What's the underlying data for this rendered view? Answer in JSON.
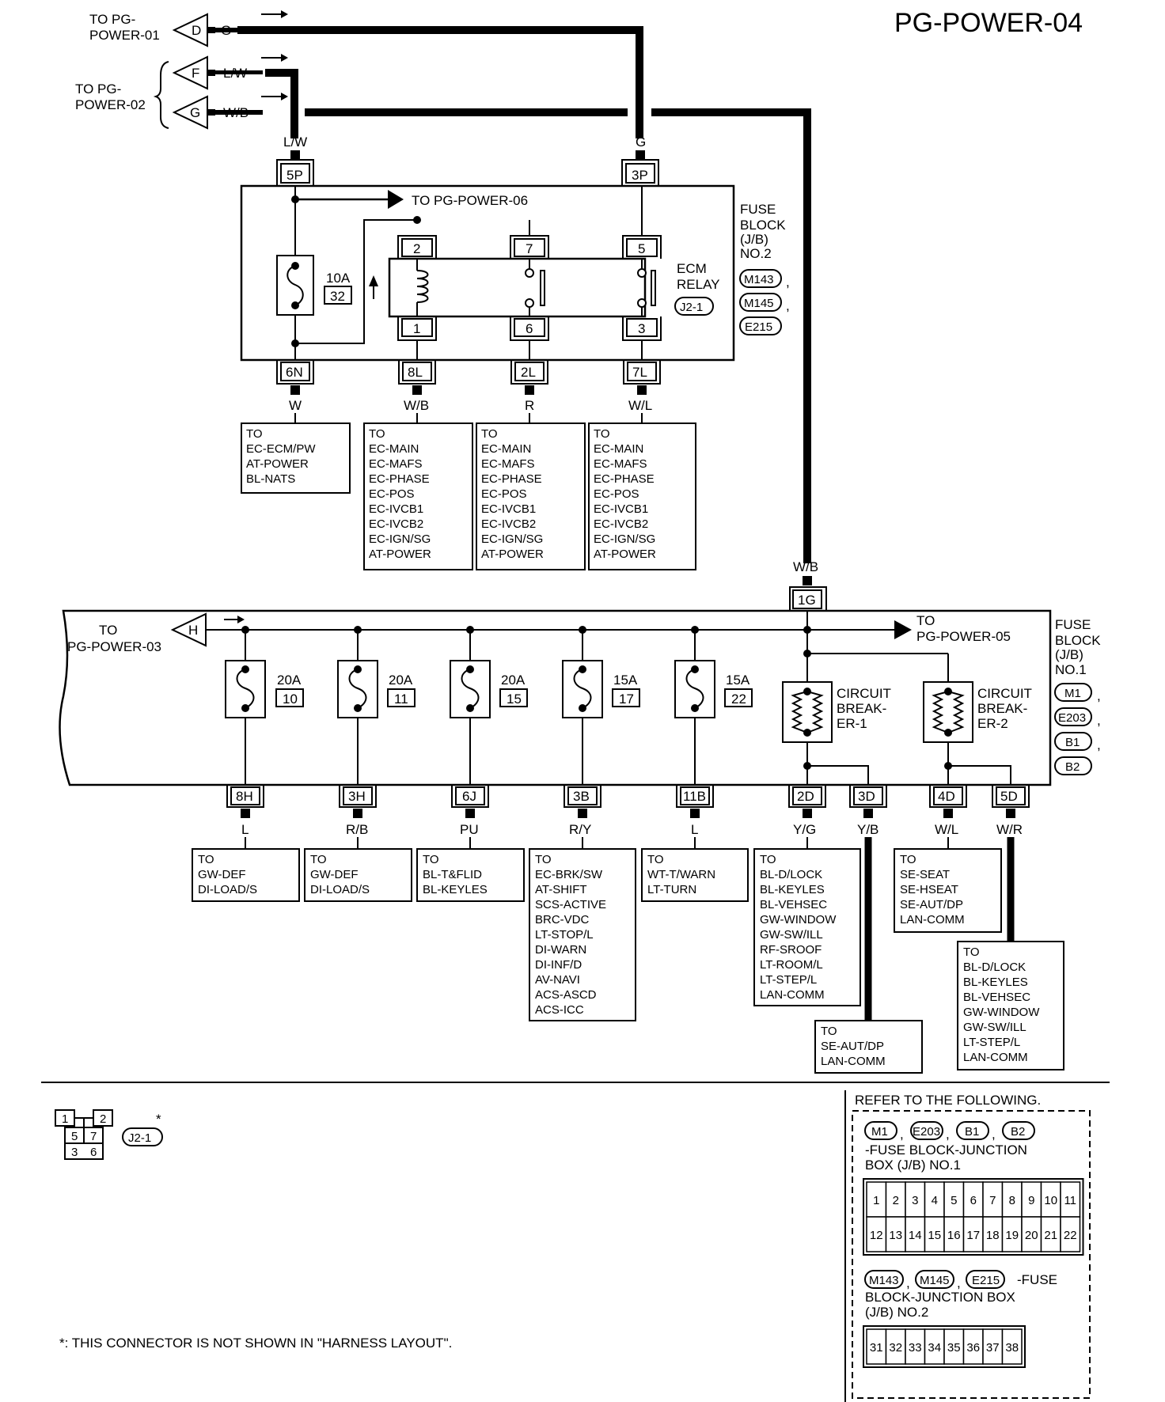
{
  "title": "PG-POWER-04",
  "top_left": {
    "to_power01": [
      "TO PG-",
      "POWER-01"
    ],
    "to_power02": [
      "TO PG-",
      "POWER-02"
    ],
    "terminals": [
      {
        "letter": "D",
        "wire": "G"
      },
      {
        "letter": "F",
        "wire": "L/W"
      },
      {
        "letter": "G",
        "wire": "W/B"
      }
    ]
  },
  "fuse_block_2": {
    "labels": [
      "FUSE",
      "BLOCK",
      "(J/B)",
      "NO.2"
    ],
    "connectors": [
      "M143",
      "M145",
      "E215"
    ],
    "input_connectors": [
      {
        "id": "5P",
        "wire": "L/W"
      },
      {
        "id": "3P",
        "wire": "G"
      }
    ],
    "to_power06": "TO PG-POWER-06",
    "fuse": {
      "amp": "10A",
      "num": "32"
    },
    "relay": {
      "name": [
        "ECM",
        "RELAY"
      ],
      "conn": "J2-1",
      "pins_top": [
        "2",
        "7",
        "5"
      ],
      "pins_bottom": [
        "1",
        "6",
        "3"
      ]
    },
    "outputs": [
      {
        "conn": "6N",
        "wire": "W",
        "dest": [
          "TO",
          "EC-ECM/PW",
          "AT-POWER",
          "BL-NATS"
        ]
      },
      {
        "conn": "8L",
        "wire": "W/B",
        "dest": [
          "TO",
          "EC-MAIN",
          "EC-MAFS",
          "EC-PHASE",
          "EC-POS",
          "EC-IVCB1",
          "EC-IVCB2",
          "EC-IGN/SG",
          "AT-POWER"
        ]
      },
      {
        "conn": "2L",
        "wire": "R",
        "dest": [
          "TO",
          "EC-MAIN",
          "EC-MAFS",
          "EC-PHASE",
          "EC-POS",
          "EC-IVCB1",
          "EC-IVCB2",
          "EC-IGN/SG",
          "AT-POWER"
        ]
      },
      {
        "conn": "7L",
        "wire": "W/L",
        "dest": [
          "TO",
          "EC-MAIN",
          "EC-MAFS",
          "EC-PHASE",
          "EC-POS",
          "EC-IVCB1",
          "EC-IVCB2",
          "EC-IGN/SG",
          "AT-POWER"
        ]
      }
    ]
  },
  "fuse_block_1": {
    "labels": [
      "FUSE",
      "BLOCK",
      "(J/B)",
      "NO.1"
    ],
    "connectors": [
      "M1",
      "E203",
      "B1",
      "B2"
    ],
    "input": {
      "conn": "1G",
      "wire": "W/B"
    },
    "to_power03": [
      "TO",
      "PG-POWER-03"
    ],
    "h_letter": "H",
    "to_power05": [
      "TO",
      "PG-POWER-05"
    ],
    "fuses": [
      {
        "amp": "20A",
        "num": "10"
      },
      {
        "amp": "20A",
        "num": "11"
      },
      {
        "amp": "20A",
        "num": "15"
      },
      {
        "amp": "15A",
        "num": "17"
      },
      {
        "amp": "15A",
        "num": "22"
      }
    ],
    "breakers": [
      [
        "CIRCUIT",
        "BREAK-",
        "ER-1"
      ],
      [
        "CIRCUIT",
        "BREAK-",
        "ER-2"
      ]
    ],
    "outputs": [
      {
        "conn": "8H",
        "wire": "L",
        "dest": [
          "TO",
          "GW-DEF",
          "DI-LOAD/S"
        ]
      },
      {
        "conn": "3H",
        "wire": "R/B",
        "dest": [
          "TO",
          "GW-DEF",
          "DI-LOAD/S"
        ]
      },
      {
        "conn": "6J",
        "wire": "PU",
        "dest": [
          "TO",
          "BL-T&FLID",
          "BL-KEYLES"
        ]
      },
      {
        "conn": "3B",
        "wire": "R/Y",
        "dest": [
          "TO",
          "EC-BRK/SW",
          "AT-SHIFT",
          "SCS-ACTIVE",
          "BRC-VDC",
          "LT-STOP/L",
          "DI-WARN",
          "DI-INF/D",
          "AV-NAVI",
          "ACS-ASCD",
          "ACS-ICC"
        ]
      },
      {
        "conn": "11B",
        "wire": "L",
        "dest": [
          "TO",
          "WT-T/WARN",
          "LT-TURN"
        ]
      },
      {
        "conn": "2D",
        "wire": "Y/G",
        "dest": [
          "TO",
          "BL-D/LOCK",
          "BL-KEYLES",
          "BL-VEHSEC",
          "GW-WINDOW",
          "GW-SW/ILL",
          "RF-SROOF",
          "LT-ROOM/L",
          "LT-STEP/L",
          "LAN-COMM"
        ]
      },
      {
        "conn": "3D",
        "wire": "Y/B",
        "dest": [
          "TO",
          "SE-AUT/DP",
          "LAN-COMM"
        ]
      },
      {
        "conn": "4D",
        "wire": "W/L",
        "dest": [
          "TO",
          "SE-SEAT",
          "SE-HSEAT",
          "SE-AUT/DP",
          "LAN-COMM"
        ]
      },
      {
        "conn": "5D",
        "wire": "W/R",
        "dest": [
          "TO",
          "BL-D/LOCK",
          "BL-KEYLES",
          "BL-VEHSEC",
          "GW-WINDOW",
          "GW-SW/ILL",
          "LT-STEP/L",
          "LAN-COMM"
        ]
      }
    ]
  },
  "legend": {
    "pins_row1": [
      "1",
      "2"
    ],
    "pins_row2": [
      "5",
      "7"
    ],
    "pins_row3": [
      "3",
      "6"
    ],
    "conn": "J2-1",
    "star": "*",
    "footnote": "*: THIS CONNECTOR IS NOT SHOWN IN \"HARNESS LAYOUT\"."
  },
  "refer": {
    "heading": "REFER TO THE FOLLOWING.",
    "jb1_conns": [
      "M1",
      "E203",
      "B1",
      "B2"
    ],
    "jb1_text": [
      "-FUSE BLOCK-JUNCTION",
      "BOX (J/B) NO.1"
    ],
    "jb1_row1": [
      "1",
      "2",
      "3",
      "4",
      "5",
      "6",
      "7",
      "8",
      "9",
      "10",
      "11"
    ],
    "jb1_row2": [
      "12",
      "13",
      "14",
      "15",
      "16",
      "17",
      "18",
      "19",
      "20",
      "21",
      "22"
    ],
    "jb2_conns": [
      "M143",
      "M145",
      "E215"
    ],
    "jb2_text": [
      "-FUSE",
      "BLOCK-JUNCTION BOX",
      "(J/B) NO.2"
    ],
    "jb2_row": [
      "31",
      "32",
      "33",
      "34",
      "35",
      "36",
      "37",
      "38"
    ]
  }
}
